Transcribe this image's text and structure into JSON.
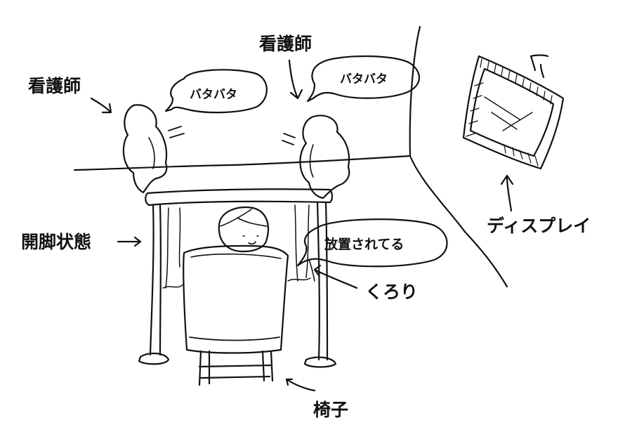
{
  "labels": {
    "nurse_left": "看護師",
    "nurse_right": "看護師",
    "open_leg_state": "開脚状態",
    "display": "ディスプレイ",
    "kurori": "くろり",
    "chair": "椅子"
  },
  "bubbles": {
    "left": "バタバタ",
    "right": "バタバタ",
    "neglected": "放置されてる"
  },
  "colors": {
    "ink": "#111111",
    "background": "#ffffff"
  }
}
